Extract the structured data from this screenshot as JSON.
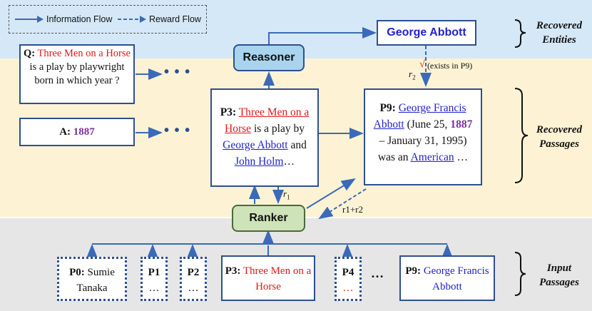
{
  "legend": {
    "information_flow": "Information Flow",
    "reward_flow": "Reward Flow"
  },
  "question": {
    "prefix": "Q",
    "title": "Three Men on a Horse",
    "rest": "is a play by playwright born in which year ?"
  },
  "answer": {
    "prefix": "A:",
    "value": "1887"
  },
  "reasoner_label": "Reasoner",
  "ranker_label": "Ranker",
  "entity_label": "George Abbott",
  "reward": {
    "check": "√",
    "exists_note": "(exists in P9)",
    "r2_base": "r",
    "r2_sub": "2",
    "r1_base": "r",
    "r1_sub": "1",
    "r1r2": "r1+r2"
  },
  "recovered_p3": {
    "id": "P3",
    "title": "Three Men on a Horse",
    "mid": "is a play by",
    "entity1": "George Abbott",
    "and": "and",
    "entity2": "John Holm",
    "ellipsis": "…"
  },
  "recovered_p9": {
    "id": "P9",
    "title": "George Francis Abbott",
    "text1": "(June 25,",
    "year": "1887",
    "text2": "– January 31, 1995) was an",
    "link": "American",
    "ellipsis": "…"
  },
  "side_labels": {
    "recovered_entities": "Recovered Entities",
    "recovered_passages": "Recovered Passages",
    "input_passages": "Input Passages"
  },
  "input_passages": [
    {
      "id": "P0:",
      "text": "Sumie Tanaka"
    },
    {
      "id": "P1",
      "text": "…"
    },
    {
      "id": "P2",
      "text": "…"
    },
    {
      "id": "P3:",
      "text": "Three Men on a Horse"
    },
    {
      "id": "P4",
      "text": "…"
    },
    {
      "id": "P9:",
      "text": "George Francis Abbott"
    }
  ],
  "between_ellipsis": "…",
  "more_dots": "• • •"
}
